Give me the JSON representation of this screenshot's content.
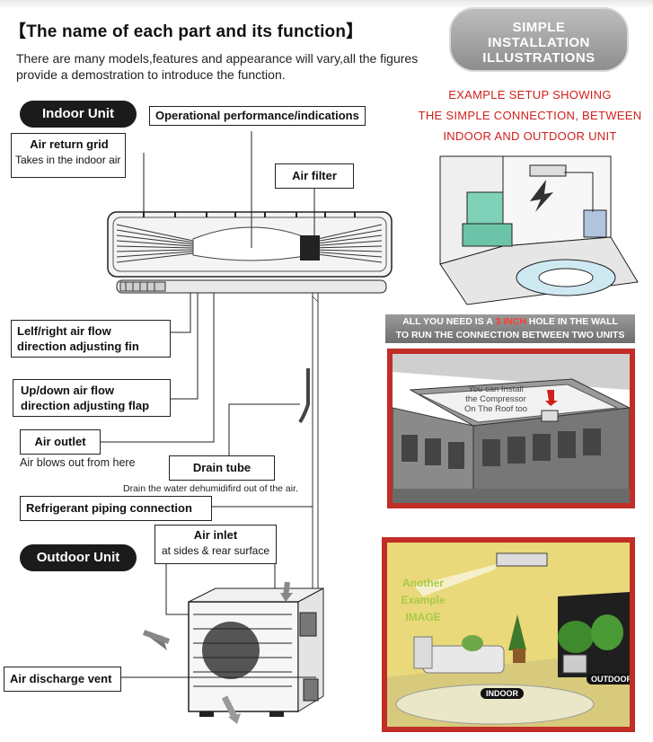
{
  "header": {
    "title": "【The name of each part and its function】",
    "intro": "There are many models,features and appearance will  vary,all the figures provide a demostration to introduce the function."
  },
  "badge": {
    "line1": "SIMPLE",
    "line2": "INSTALLATION",
    "line3": "ILLUSTRATIONS"
  },
  "indoor": {
    "pill": "Indoor  Unit",
    "operational": "Operational performance/indications",
    "air_return_grid": "Air return grid",
    "air_return_desc": "Takes in the indoor air",
    "air_filter": "Air filter",
    "fin_line1": "Lelf/right air flow",
    "fin_line2": "direction adjusting fin",
    "flap_line1": "Up/down air flow",
    "flap_line2": "direction adjusting flap",
    "air_outlet": "Air outlet",
    "air_outlet_desc": "Air blows out from here",
    "drain_tube": "Drain tube",
    "drain_desc": "Drain the water dehumidifird out of the air.",
    "refrigerant": "Refrigerant piping connection"
  },
  "outdoor": {
    "pill": "Outdoor Unit",
    "air_inlet": "Air inlet",
    "air_inlet_desc": "at sides &  rear surface",
    "air_discharge": "Air discharge vent"
  },
  "right": {
    "example_line1": "EXAMPLE SETUP SHOWING",
    "example_line2": "THE SIMPLE CONNECTION, BETWEEN",
    "example_line3": "INDOOR AND OUTDOOR UNIT",
    "need_pre": "ALL YOU NEED IS A ",
    "need_red": "3 INCH",
    "need_post": " HOLE IN THE WALL",
    "need_line2": "TO RUN THE CONNECTION BETWEEN TWO UNITS",
    "roof_line1": "You can Install",
    "roof_line2": "the Compressor",
    "roof_line3": "On The Roof too",
    "another_line1": "Another",
    "another_line2": "Example",
    "another_line3": "IMAGE",
    "indoor_tag": "INDOOR",
    "outdoor_tag": "OUTDOOR"
  },
  "colors": {
    "red": "#d0201c",
    "pill": "#1b1b1b",
    "green_text": "#a9c94a"
  }
}
